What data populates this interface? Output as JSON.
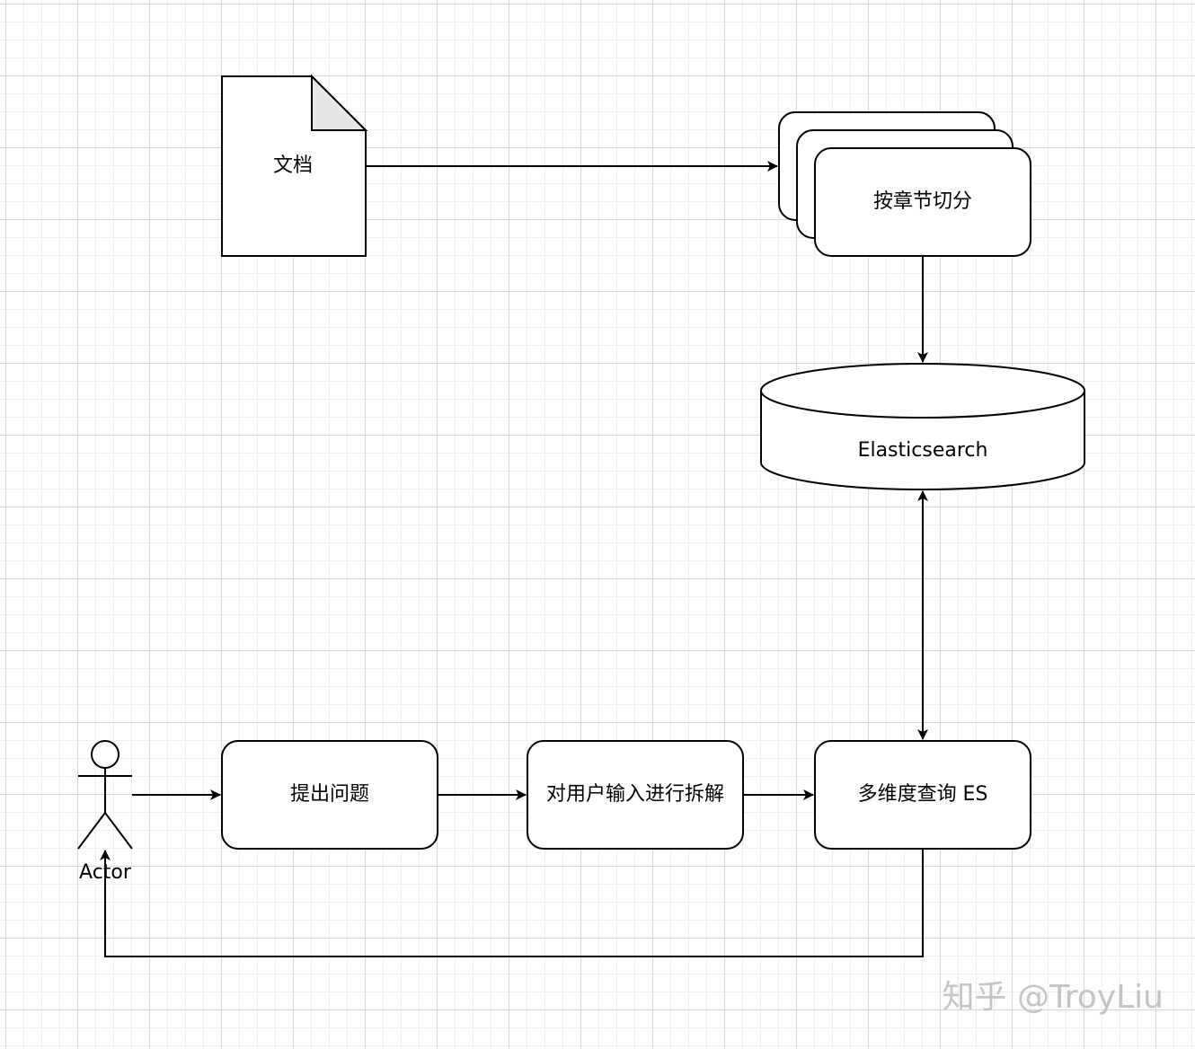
{
  "nodes": {
    "document": "文档",
    "split_by_chapter": "按章节切分",
    "elasticsearch": "Elasticsearch",
    "ask_question": "提出问题",
    "decompose_input": "对用户输入进行拆解",
    "multi_query_es": "多维度查询 ES"
  },
  "actor": {
    "label": "Actor"
  },
  "watermark": "知乎 @TroyLiu",
  "colors": {
    "stroke": "#000000",
    "fill": "#ffffff",
    "page_fold": "#e6e6e6",
    "grid_major": "#d6d6d6",
    "grid_minor": "#efefef"
  }
}
